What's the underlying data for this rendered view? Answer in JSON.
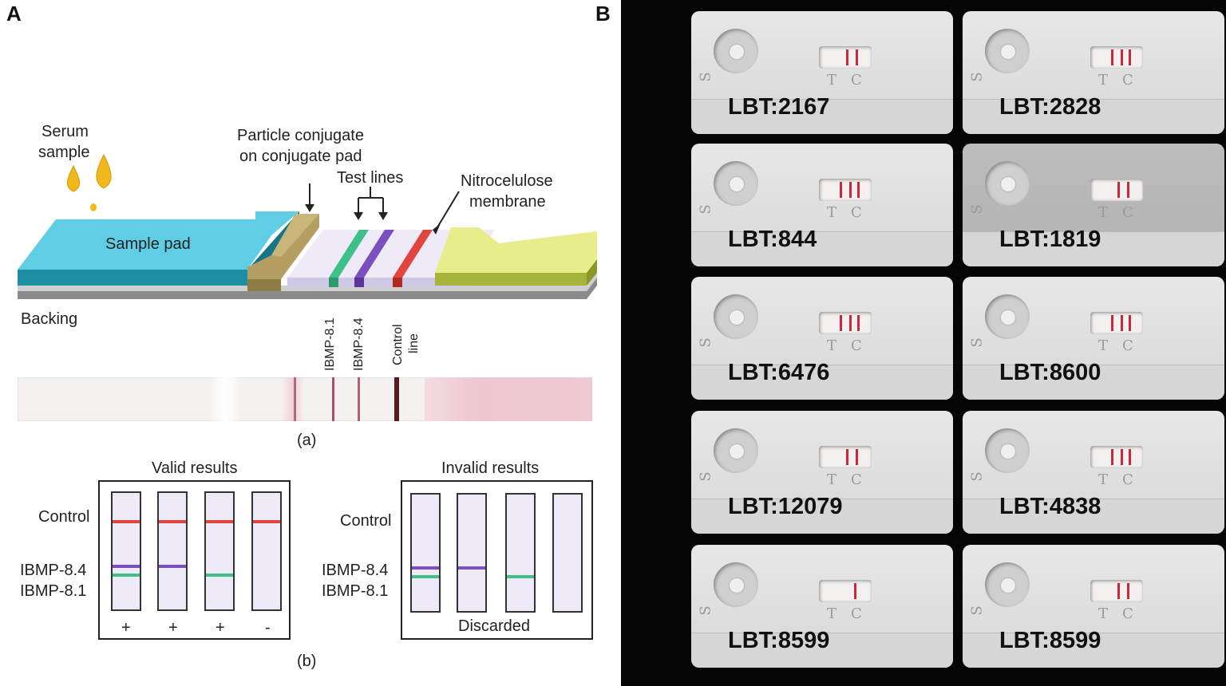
{
  "panel_a": {
    "label": "A",
    "serum_sample": [
      "Serum",
      "sample"
    ],
    "particle_conjugate": [
      "Particle conjugate",
      "on conjugate pad"
    ],
    "test_lines": "Test lines",
    "nitrocellulose": [
      "Nitrocelulose",
      "membrane"
    ],
    "sample_pad": "Sample pad",
    "backing": "Backing",
    "vertical_labels": [
      "IBMP-8.1",
      "IBMP-8.4",
      "Control",
      "line"
    ],
    "caption_a": "(a)",
    "valid": {
      "title": "Valid results",
      "control": "Control",
      "ibmp84": "IBMP-8.4",
      "ibmp81": "IBMP-8.1",
      "signs": [
        "+",
        "+",
        "+",
        "-"
      ]
    },
    "invalid": {
      "title": "Invalid results",
      "control": "Control",
      "ibmp84": "IBMP-8.4",
      "ibmp81": "IBMP-8.1",
      "discarded": "Discarded"
    },
    "caption_b": "(b)",
    "colors": {
      "control": "#e0463d",
      "ibmp84": "#7a4fc0",
      "ibmp81": "#3fbf8a",
      "sample_pad": "#57c8df",
      "absorbent": "#e8ec8a"
    }
  },
  "panel_b": {
    "label": "B",
    "cassettes": [
      {
        "code": "LBT:2167",
        "lines": 2
      },
      {
        "code": "LBT:2828",
        "lines": 3
      },
      {
        "code": "LBT:844",
        "lines": 3
      },
      {
        "code": "LBT:1819",
        "lines": 2
      },
      {
        "code": "LBT:6476",
        "lines": 3
      },
      {
        "code": "LBT:8600",
        "lines": 3
      },
      {
        "code": "LBT:12079",
        "lines": 2
      },
      {
        "code": "LBT:4838",
        "lines": 3
      },
      {
        "code": "LBT:8599",
        "lines": 1
      },
      {
        "code": "LBT:8599",
        "lines": 2
      }
    ]
  }
}
